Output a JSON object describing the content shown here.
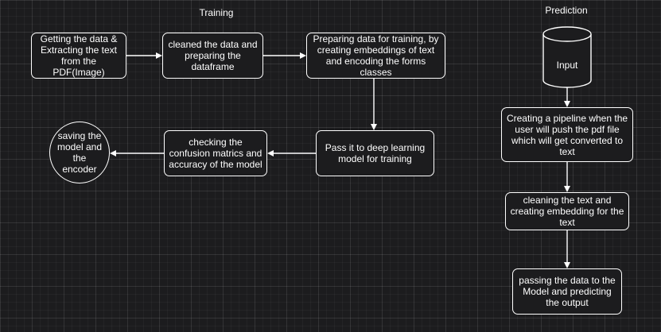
{
  "sections": {
    "training": "Training",
    "prediction": "Prediction"
  },
  "nodes": {
    "get_data": "Getting the data & Extracting the text from the PDF(Image)",
    "clean_data": "cleaned the data and preparing the dataframe",
    "prep_training": "Preparing data for training, by creating embeddings of text and encoding the forms classes",
    "deep_learning": "Pass it to deep learning model for training",
    "confusion": "checking the confusion matrics and accuracy of the model",
    "saving": "saving the model and the encoder",
    "input": "Input",
    "pipeline": "Creating a pipeline when the user will push the pdf file which will get converted to text",
    "cleaning_text": "cleaning the text and creating embedding for the text",
    "passing_data": "passing the data to the Model and predicting the output"
  },
  "colors": {
    "background": "#1c1c1e",
    "stroke": "#ffffff",
    "text": "#ffffff"
  }
}
